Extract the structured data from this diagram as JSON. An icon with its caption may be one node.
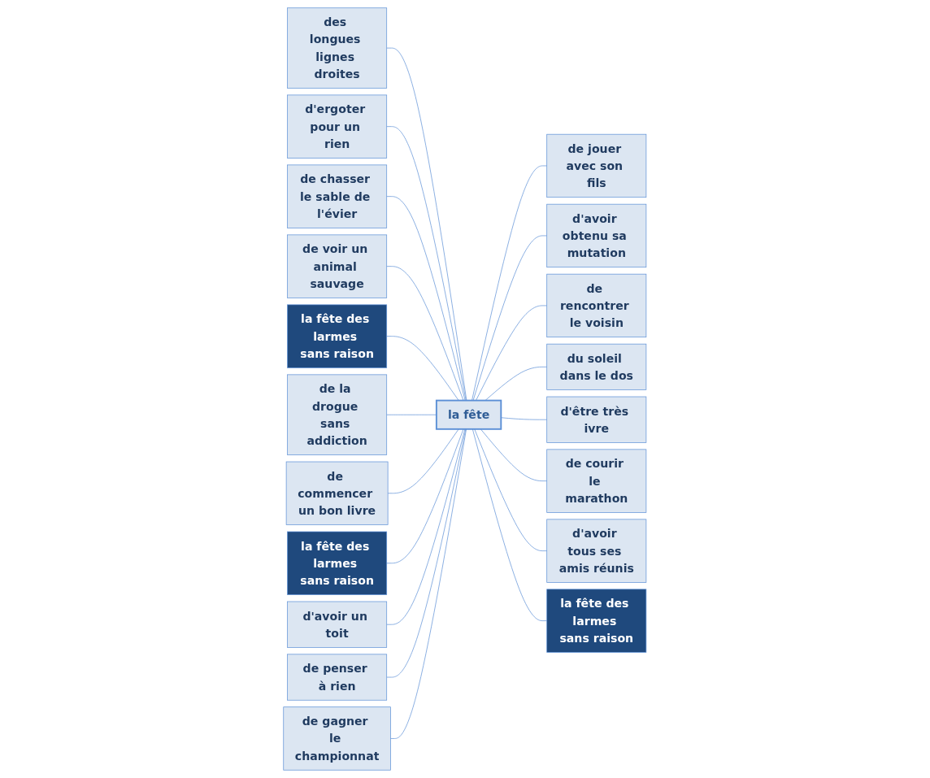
{
  "diagram": {
    "nodes": [
      {
        "text": [
          "la fête"
        ]
      },
      {
        "text": [
          "des longues lignes droites"
        ]
      },
      {
        "text": [
          "d'ergoter pour un rien"
        ]
      },
      {
        "text": [
          "de chasser le sable de l'évier"
        ]
      },
      {
        "text": [
          "de voir un animal sauvage"
        ]
      },
      {
        "text": [
          "la fête des larmes sans raison"
        ]
      },
      {
        "text": [
          "de la drogue sans addiction"
        ]
      },
      {
        "text": [
          "de commencer un bon livre"
        ]
      },
      {
        "text": [
          "la fête des larmes sans raison"
        ]
      },
      {
        "text": [
          "d'avoir un toit"
        ]
      },
      {
        "text": [
          "de penser à rien"
        ]
      },
      {
        "text": [
          "de gagner le championnat"
        ]
      },
      {
        "text": [
          "de jouer avec son fils"
        ]
      },
      {
        "text": [
          "d'avoir obtenu sa mutation"
        ]
      },
      {
        "text": [
          "de rencontrer le voisin"
        ]
      },
      {
        "text": [
          "du soleil dans le dos"
        ]
      },
      {
        "text": [
          "d'être très ivre"
        ]
      },
      {
        "text": [
          "de courir le marathon"
        ]
      },
      {
        "text": [
          "d'avoir tous ses amis réunis"
        ]
      },
      {
        "text": [
          "la fête des larmes sans raison"
        ]
      }
    ],
    "edges": [
      {
        "from": 0,
        "to": 1,
        "arrow": "none"
      },
      {
        "from": 0,
        "to": 2,
        "arrow": "none"
      },
      {
        "from": 0,
        "to": 3,
        "arrow": "none"
      },
      {
        "from": 0,
        "to": 4,
        "arrow": "none"
      },
      {
        "from": 0,
        "to": 5,
        "arrow": "none"
      },
      {
        "from": 0,
        "to": 6,
        "arrow": "none"
      },
      {
        "from": 0,
        "to": 7,
        "arrow": "none"
      },
      {
        "from": 0,
        "to": 8,
        "arrow": "none"
      },
      {
        "from": 0,
        "to": 9,
        "arrow": "none"
      },
      {
        "from": 0,
        "to": 10,
        "arrow": "none"
      },
      {
        "from": 0,
        "to": 11,
        "arrow": "none"
      },
      {
        "from": 0,
        "to": 12,
        "arrow": "none"
      },
      {
        "from": 0,
        "to": 13,
        "arrow": "none"
      },
      {
        "from": 0,
        "to": 14,
        "arrow": "none"
      },
      {
        "from": 0,
        "to": 15,
        "arrow": "none"
      },
      {
        "from": 0,
        "to": 16,
        "arrow": "none"
      },
      {
        "from": 0,
        "to": 17,
        "arrow": "none"
      },
      {
        "from": 0,
        "to": 18,
        "arrow": "none"
      },
      {
        "from": 0,
        "to": 19,
        "arrow": "none"
      }
    ]
  }
}
